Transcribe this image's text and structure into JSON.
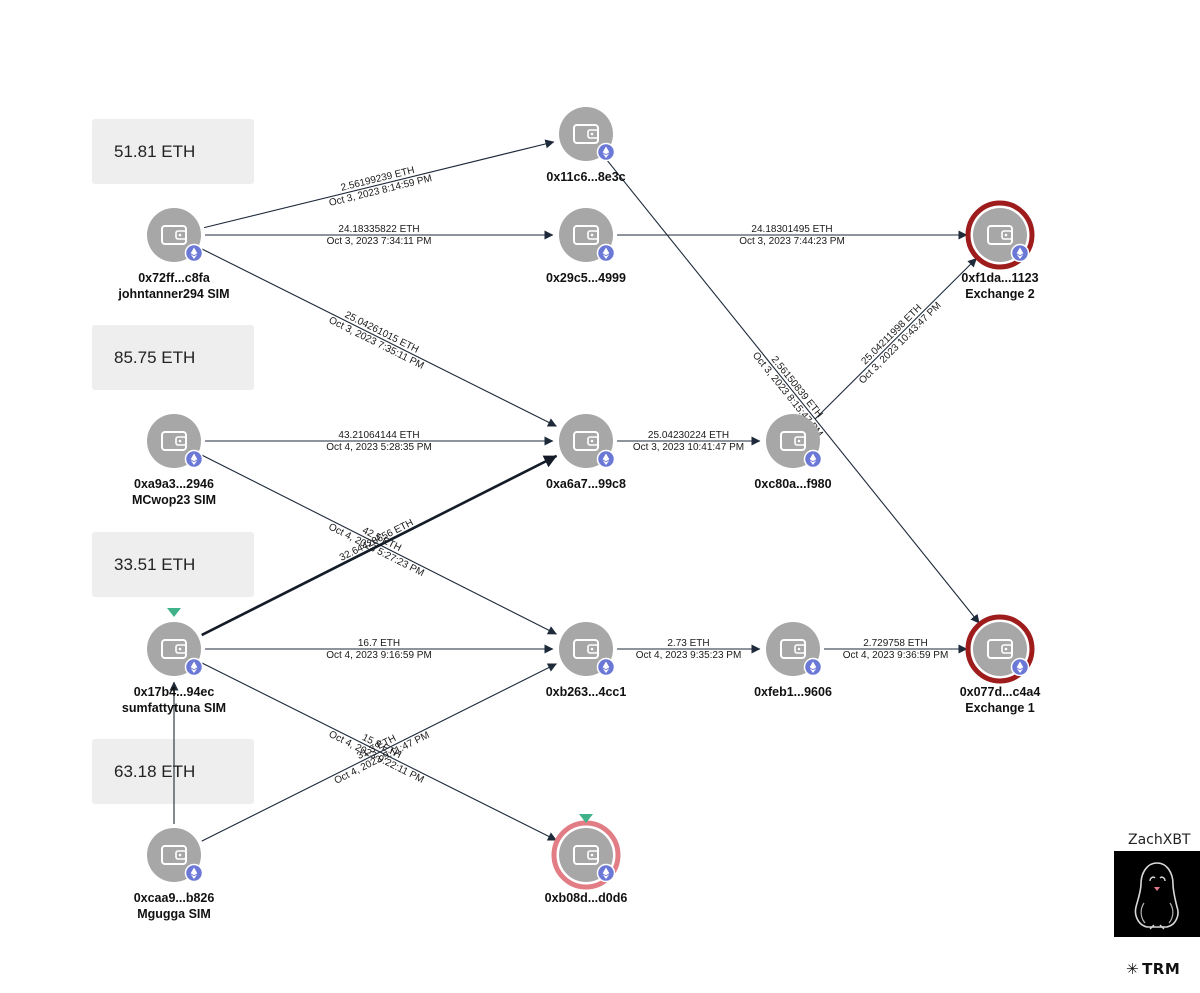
{
  "balance_boxes": [
    {
      "id": "b1",
      "text": "51.81 ETH"
    },
    {
      "id": "b2",
      "text": "85.75 ETH"
    },
    {
      "id": "b3",
      "text": "33.51 ETH"
    },
    {
      "id": "b4",
      "text": "63.18 ETH"
    }
  ],
  "nodes": [
    {
      "id": "n72ff",
      "address": "0x72ff...c8fa",
      "label": "johntanner294 SIM",
      "ring": "none",
      "marker": false
    },
    {
      "id": "na9a3",
      "address": "0xa9a3...2946",
      "label": "MCwop23 SIM",
      "ring": "none",
      "marker": false
    },
    {
      "id": "n17b4",
      "address": "0x17b4...94ec",
      "label": "sumfattytuna SIM",
      "ring": "none",
      "marker": true
    },
    {
      "id": "ncaa9",
      "address": "0xcaa9...b826",
      "label": "Mgugga SIM",
      "ring": "none",
      "marker": false
    },
    {
      "id": "n11c6",
      "address": "0x11c6...8e3c",
      "label": "",
      "ring": "none",
      "marker": false
    },
    {
      "id": "n29c5",
      "address": "0x29c5...4999",
      "label": "",
      "ring": "none",
      "marker": false
    },
    {
      "id": "na6a7",
      "address": "0xa6a7...99c8",
      "label": "",
      "ring": "none",
      "marker": false
    },
    {
      "id": "nb263",
      "address": "0xb263...4cc1",
      "label": "",
      "ring": "none",
      "marker": false
    },
    {
      "id": "nb08d",
      "address": "0xb08d...d0d6",
      "label": "",
      "ring": "pink",
      "marker": true
    },
    {
      "id": "nc80a",
      "address": "0xc80a...f980",
      "label": "",
      "ring": "none",
      "marker": false
    },
    {
      "id": "nfeb1",
      "address": "0xfeb1...9606",
      "label": "",
      "ring": "none",
      "marker": false
    },
    {
      "id": "nf1da",
      "address": "0xf1da...1123",
      "label": "Exchange 2",
      "ring": "red",
      "marker": false
    },
    {
      "id": "n077d",
      "address": "0x077d...c4a4",
      "label": "Exchange 1",
      "ring": "red",
      "marker": false
    }
  ],
  "edges": [
    {
      "from": "n72ff",
      "to": "n11c6",
      "amount": "2.56199239 ETH",
      "time": "Oct 3, 2023 8:14:59 PM",
      "bold": false
    },
    {
      "from": "n72ff",
      "to": "n29c5",
      "amount": "24.18335822 ETH",
      "time": "Oct 3, 2023 7:34:11 PM",
      "bold": false
    },
    {
      "from": "n72ff",
      "to": "na6a7",
      "amount": "25.04261015 ETH",
      "time": "Oct 3, 2023 7:35:11 PM",
      "bold": false
    },
    {
      "from": "na9a3",
      "to": "na6a7",
      "amount": "43.21064144 ETH",
      "time": "Oct 4, 2023 5:28:35 PM",
      "bold": false
    },
    {
      "from": "na9a3",
      "to": "nb263",
      "amount": "42.5 ETH",
      "time": "Oct 4, 2023 5:27:23 PM",
      "bold": false
    },
    {
      "from": "n17b4",
      "to": "na6a7",
      "amount": "32.64428656 ETH",
      "time": "",
      "bold": true
    },
    {
      "from": "n17b4",
      "to": "nb263",
      "amount": "16.7 ETH",
      "time": "Oct 4, 2023 9:16:59 PM",
      "bold": false
    },
    {
      "from": "n17b4",
      "to": "nb08d",
      "amount": "15.8 ETH",
      "time": "Oct 4, 2023 9:22:11 PM",
      "bold": false
    },
    {
      "from": "ncaa9",
      "to": "nb263",
      "amount": "31.3 ETH",
      "time": "Oct 4, 2023 9:11:47 PM",
      "bold": false
    },
    {
      "from": "ncaa9",
      "to": "n17b4",
      "amount": "",
      "time": "",
      "bold": false
    },
    {
      "from": "n29c5",
      "to": "nf1da",
      "amount": "24.18301495 ETH",
      "time": "Oct 3, 2023 7:44:23 PM",
      "bold": false
    },
    {
      "from": "na6a7",
      "to": "nc80a",
      "amount": "25.04230224 ETH",
      "time": "Oct 3, 2023 10:41:47 PM",
      "bold": false
    },
    {
      "from": "nc80a",
      "to": "nf1da",
      "amount": "25.04211998 ETH",
      "time": "Oct 3, 2023 10:43:47 PM",
      "bold": false
    },
    {
      "from": "n11c6",
      "to": "n077d",
      "amount": "2.56150839 ETH",
      "time": "Oct 3, 2023 8:15:47 PM",
      "bold": false
    },
    {
      "from": "nb263",
      "to": "nfeb1",
      "amount": "2.73 ETH",
      "time": "Oct 4, 2023 9:35:23 PM",
      "bold": false
    },
    {
      "from": "nfeb1",
      "to": "n077d",
      "amount": "2.729758 ETH",
      "time": "Oct 4, 2023 9:36:59 PM",
      "bold": false
    }
  ],
  "branding": {
    "zach_label": "ZachXBT",
    "trm_label": "TRM"
  },
  "colors": {
    "node_fill": "#a7a7a7",
    "eth_badge": "#6b78d6",
    "exchange_ring": "#9e1c1c",
    "flag_ring": "#e27d86",
    "marker": "#3fb28a",
    "edge": "#1e2a3a"
  }
}
